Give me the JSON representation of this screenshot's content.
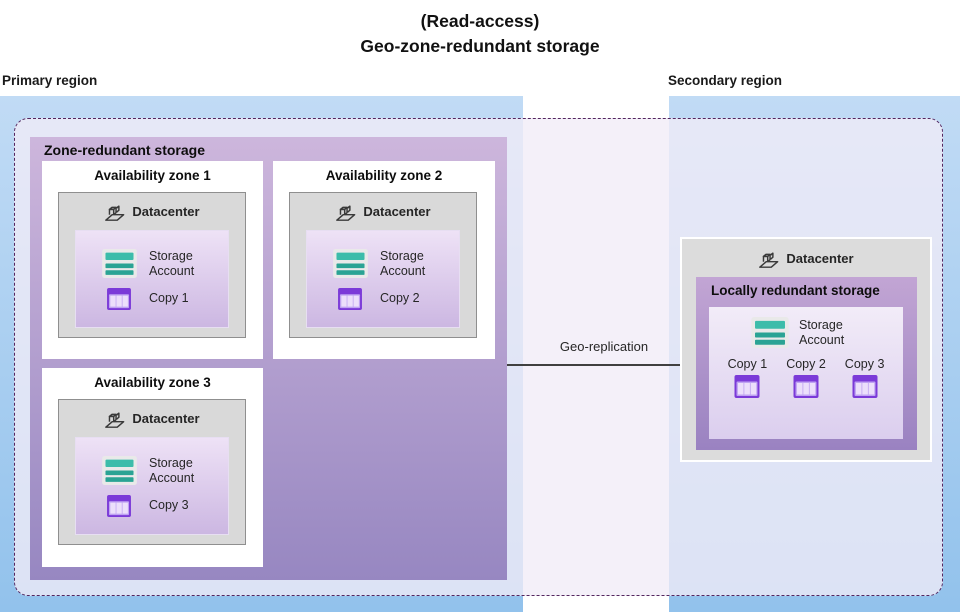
{
  "title": {
    "line1": "(Read-access)",
    "line2": "Geo-zone-redundant storage"
  },
  "regions": {
    "primary": {
      "label": "Primary region"
    },
    "secondary": {
      "label": "Secondary region"
    }
  },
  "zrs": {
    "title": "Zone-redundant storage",
    "zones": [
      {
        "title": "Availability zone 1",
        "datacenter": "Datacenter",
        "storage": "Storage Account",
        "copy": "Copy 1"
      },
      {
        "title": "Availability zone 2",
        "datacenter": "Datacenter",
        "storage": "Storage Account",
        "copy": "Copy 2"
      },
      {
        "title": "Availability zone 3",
        "datacenter": "Datacenter",
        "storage": "Storage Account",
        "copy": "Copy 3"
      }
    ]
  },
  "replication": {
    "label": "Geo-replication"
  },
  "secondary_datacenter": {
    "datacenter": "Datacenter",
    "lrs_title": "Locally redundant storage",
    "storage": "Storage Account",
    "copies": [
      "Copy 1",
      "Copy 2",
      "Copy 3"
    ]
  },
  "colors": {
    "region_blue_top": "#c1dbf5",
    "region_blue_bottom": "#92c2ec",
    "dash_border": "#53265f",
    "dash_fill": "rgba(241,236,247,0.78)",
    "zrs_top": "#cdb6dc",
    "zrs_bottom": "#9787c1",
    "inner_top": "#eee2f6",
    "inner_bottom": "#ccb7e2",
    "lrs_top": "#c2a5d4",
    "lrs_bottom": "#9a82c1",
    "lrs_inner_top": "#f2ecf8",
    "lrs_inner_bottom": "#dbceee",
    "datacenter_gray": "#d9d9d9",
    "teal_bar": "#3cbcaa",
    "teal_stripe": "#2aa394",
    "copy_purple": "#7b3ad8",
    "arrow": "#404040"
  }
}
